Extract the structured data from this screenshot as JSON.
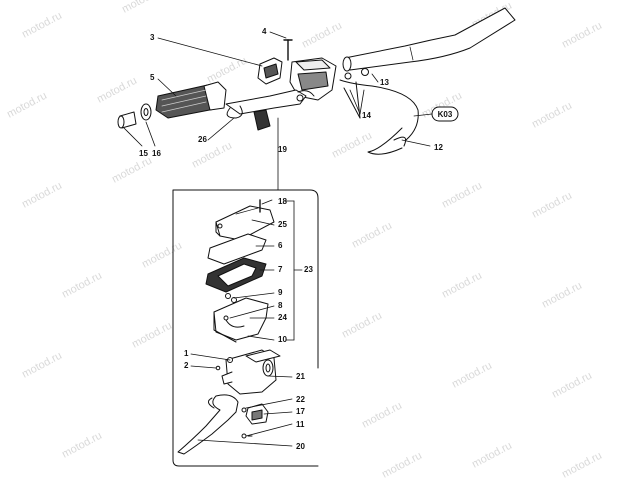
{
  "watermark": {
    "text": "motod.ru"
  },
  "callouts": [
    {
      "id": "c1",
      "text": "1"
    },
    {
      "id": "c2",
      "text": "2"
    },
    {
      "id": "c3",
      "text": "3"
    },
    {
      "id": "c4",
      "text": "4"
    },
    {
      "id": "c5",
      "text": "5"
    },
    {
      "id": "c6",
      "text": "6"
    },
    {
      "id": "c7",
      "text": "7"
    },
    {
      "id": "c8",
      "text": "8"
    },
    {
      "id": "c9",
      "text": "9"
    },
    {
      "id": "c10",
      "text": "10"
    },
    {
      "id": "c11",
      "text": "11"
    },
    {
      "id": "c12",
      "text": "12"
    },
    {
      "id": "c13",
      "text": "13"
    },
    {
      "id": "c14",
      "text": "14"
    },
    {
      "id": "c15",
      "text": "15"
    },
    {
      "id": "c16",
      "text": "16"
    },
    {
      "id": "c17",
      "text": "17"
    },
    {
      "id": "c18",
      "text": "18"
    },
    {
      "id": "c19",
      "text": "19"
    },
    {
      "id": "c20",
      "text": "20"
    },
    {
      "id": "c21",
      "text": "21"
    },
    {
      "id": "c22",
      "text": "22"
    },
    {
      "id": "c23",
      "text": "23"
    },
    {
      "id": "c24",
      "text": "24"
    },
    {
      "id": "c25",
      "text": "25"
    },
    {
      "id": "c26",
      "text": "26"
    }
  ],
  "badge": {
    "text": "K03"
  }
}
